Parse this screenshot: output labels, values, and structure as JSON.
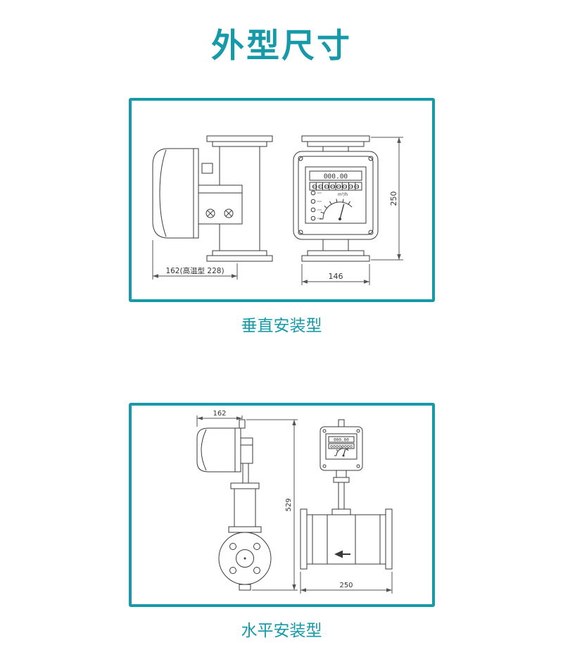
{
  "title": "外型尺寸",
  "accent_color": "#1699a8",
  "line_color": "#3a3a3a",
  "panels": {
    "vertical": {
      "caption": "垂直安装型",
      "dims": {
        "depth": "162(高温型 228)",
        "width": "146",
        "height": "250"
      },
      "display": {
        "flow": "000.00",
        "total": "00000000",
        "unit": "m³/h"
      }
    },
    "horizontal": {
      "caption": "水平安装型",
      "dims": {
        "depth": "162",
        "height": "529",
        "width": "250"
      },
      "display": {
        "flow": "000.00",
        "total": "00000000"
      }
    }
  }
}
